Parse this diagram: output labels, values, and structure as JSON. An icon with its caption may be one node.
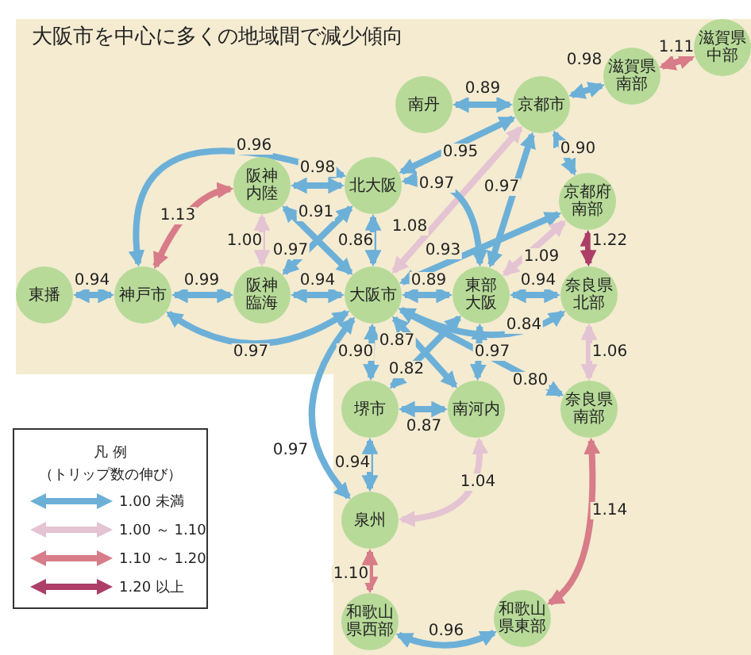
{
  "diagram": {
    "title": "大阪市を中心に多くの地域間で減少傾向",
    "nodes": [
      {
        "text": [
          "東播"
        ]
      },
      {
        "text": [
          "神戸市"
        ]
      },
      {
        "text": [
          "阪神内陸"
        ]
      },
      {
        "text": [
          "阪神臨海"
        ]
      },
      {
        "text": [
          "北大阪"
        ]
      },
      {
        "text": [
          "大阪市"
        ]
      },
      {
        "text": [
          "南丹"
        ]
      },
      {
        "text": [
          "京都市"
        ]
      },
      {
        "text": [
          "滋賀県南部"
        ]
      },
      {
        "text": [
          "滋賀県中部"
        ]
      },
      {
        "text": [
          "京都府南部"
        ]
      },
      {
        "text": [
          "東部大阪"
        ]
      },
      {
        "text": [
          "奈良県北部"
        ]
      },
      {
        "text": [
          "堺市"
        ]
      },
      {
        "text": [
          "南河内"
        ]
      },
      {
        "text": [
          "奈良県南部"
        ]
      },
      {
        "text": [
          "泉州"
        ]
      },
      {
        "text": [
          "和歌山県西部"
        ]
      },
      {
        "text": [
          "和歌山県東部"
        ]
      }
    ],
    "edges": [
      {
        "from": 0,
        "to": 1,
        "arrow": "both",
        "label": "0.94"
      },
      {
        "from": 1,
        "to": 3,
        "arrow": "both",
        "label": "0.99"
      },
      {
        "from": 3,
        "to": 5,
        "arrow": "both",
        "label": "0.94"
      },
      {
        "from": 2,
        "to": 4,
        "arrow": "both",
        "label": "0.98"
      },
      {
        "from": 2,
        "to": 3,
        "arrow": "both",
        "label": "1.00",
        "color": "#e4c3d2"
      },
      {
        "from": 2,
        "to": 5,
        "arrow": "both",
        "label": "0.91"
      },
      {
        "from": 3,
        "to": 4,
        "arrow": "both",
        "label": "0.97"
      },
      {
        "from": 4,
        "to": 5,
        "arrow": "both",
        "label": "0.86"
      },
      {
        "from": 1,
        "to": 2,
        "arrow": "both",
        "label": "1.13",
        "color": "#d77c88"
      },
      {
        "from": 1,
        "to": 4,
        "arrow": "both",
        "label": "0.96"
      },
      {
        "from": 1,
        "to": 5,
        "arrow": "both",
        "label": "0.97"
      },
      {
        "from": 6,
        "to": 7,
        "arrow": "both",
        "label": "0.89"
      },
      {
        "from": 7,
        "to": 8,
        "arrow": "both",
        "label": "0.98"
      },
      {
        "from": 8,
        "to": 9,
        "arrow": "both",
        "label": "1.11",
        "color": "#d77c88"
      },
      {
        "from": 7,
        "to": 4,
        "arrow": "both",
        "label": "0.95"
      },
      {
        "from": 7,
        "to": 5,
        "arrow": "both",
        "label": "1.08",
        "color": "#e4c3d2"
      },
      {
        "from": 7,
        "to": 11,
        "arrow": "both",
        "label": "0.97"
      },
      {
        "from": 7,
        "to": 10,
        "arrow": "both",
        "label": "0.90"
      },
      {
        "from": 4,
        "to": 11,
        "arrow": "both",
        "label": "0.97"
      },
      {
        "from": 10,
        "to": 5,
        "arrow": "both",
        "label": "0.93"
      },
      {
        "from": 10,
        "to": 11,
        "arrow": "both",
        "label": "1.09",
        "color": "#e4c3d2"
      },
      {
        "from": 10,
        "to": 12,
        "arrow": "both",
        "label": "1.22",
        "color": "#ad3e68"
      },
      {
        "from": 5,
        "to": 11,
        "arrow": "both",
        "label": "0.89"
      },
      {
        "from": 11,
        "to": 12,
        "arrow": "both",
        "label": "0.94"
      },
      {
        "from": 5,
        "to": 12,
        "arrow": "both",
        "label": "0.84"
      },
      {
        "from": 12,
        "to": 15,
        "arrow": "both",
        "label": "1.06",
        "color": "#e4c3d2"
      },
      {
        "from": 5,
        "to": 13,
        "arrow": "both",
        "label": "0.90"
      },
      {
        "from": 5,
        "to": 14,
        "arrow": "both",
        "label": "0.87"
      },
      {
        "from": 13,
        "to": 11,
        "arrow": "both",
        "label": "0.82"
      },
      {
        "from": 11,
        "to": 14,
        "arrow": "both",
        "label": "0.97"
      },
      {
        "from": 5,
        "to": 15,
        "arrow": "both",
        "label": "0.80"
      },
      {
        "from": 13,
        "to": 14,
        "arrow": "both",
        "label": "0.87"
      },
      {
        "from": 5,
        "to": 16,
        "arrow": "both",
        "label": "0.97"
      },
      {
        "from": 13,
        "to": 16,
        "arrow": "both",
        "label": "0.94"
      },
      {
        "from": 14,
        "to": 16,
        "arrow": "both",
        "label": "1.04",
        "color": "#e4c3d2"
      },
      {
        "from": 16,
        "to": 17,
        "arrow": "both",
        "label": "1.10",
        "color": "#d77c88"
      },
      {
        "from": 17,
        "to": 18,
        "arrow": "both",
        "label": "0.96"
      },
      {
        "from": 15,
        "to": 18,
        "arrow": "both",
        "label": "1.14",
        "color": "#d77c88"
      }
    ],
    "labels": [
      "凡 例",
      "（トリップ数の伸び）"
    ],
    "legend": [
      {
        "text": "1.00 未満",
        "color": "#6cb0d8"
      },
      {
        "text": "1.00 ～ 1.10",
        "color": "#e4c3d2"
      },
      {
        "text": "1.10 ～ 1.20",
        "color": "#d77c88"
      },
      {
        "text": "1.20 以上",
        "color": "#ad3e68"
      }
    ]
  }
}
